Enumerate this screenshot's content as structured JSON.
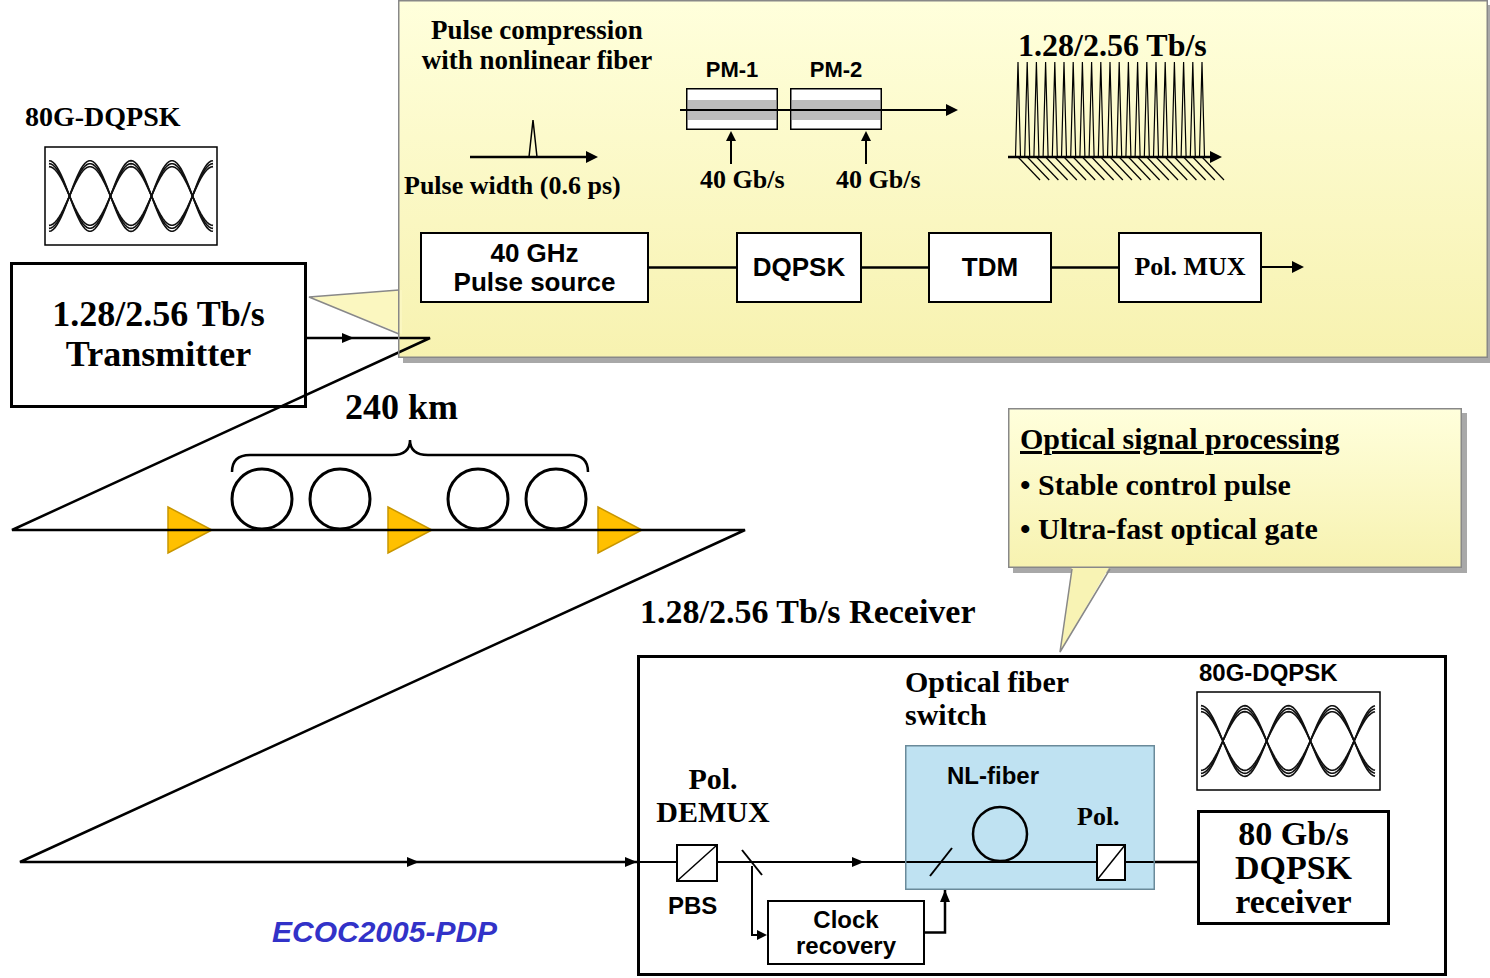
{
  "diagram": {
    "nodes": [
      {
        "text": [
          "80G-DQPSK",
          "1.28/2.56 Tb/s Transmitter"
        ]
      },
      {
        "text": [
          "Pulse compression with nonlinear fiber",
          "Pulse width (0.6 ps)",
          "1.28/2.56 Tb/s"
        ]
      },
      {
        "text": [
          "PM-1"
        ],
        "in": 1
      },
      {
        "text": [
          "PM-2"
        ],
        "in": 1
      },
      {
        "text": [
          "40 GHz Pulse source"
        ],
        "in": 1
      },
      {
        "text": [
          "DQPSK"
        ],
        "in": 1
      },
      {
        "text": [
          "TDM"
        ],
        "in": 1
      },
      {
        "text": [
          "Pol. MUX"
        ],
        "in": 1
      },
      {
        "text": [
          "Optical signal processing",
          "• Stable control pulse",
          "• Ultra-fast optical gate"
        ]
      },
      {
        "text": [
          "1.28/2.56 Tb/s Receiver"
        ]
      },
      {
        "text": [
          "Optical fiber switch",
          "NL-fiber",
          "Pol."
        ],
        "in": 9
      },
      {
        "text": [
          "Clock recovery"
        ],
        "in": 9
      },
      {
        "text": [
          "80G-DQPSK",
          "80 Gb/s DQPSK receiver"
        ],
        "in": 9
      }
    ],
    "edges": [
      {
        "from": 0,
        "to": 9,
        "arrow": "to"
      },
      {
        "from": 4,
        "to": 5,
        "arrow": "none"
      },
      {
        "from": 5,
        "to": 6,
        "arrow": "none"
      },
      {
        "from": 6,
        "to": 7,
        "arrow": "none"
      },
      {
        "from": 11,
        "to": 10,
        "arrow": "to"
      },
      {
        "from": 10,
        "to": 12,
        "arrow": "none"
      }
    ],
    "labels": [
      "240 km",
      "40 Gb/s",
      "40 Gb/s",
      "Pol. DEMUX",
      "PBS",
      "ECOC2005-PDP"
    ]
  }
}
